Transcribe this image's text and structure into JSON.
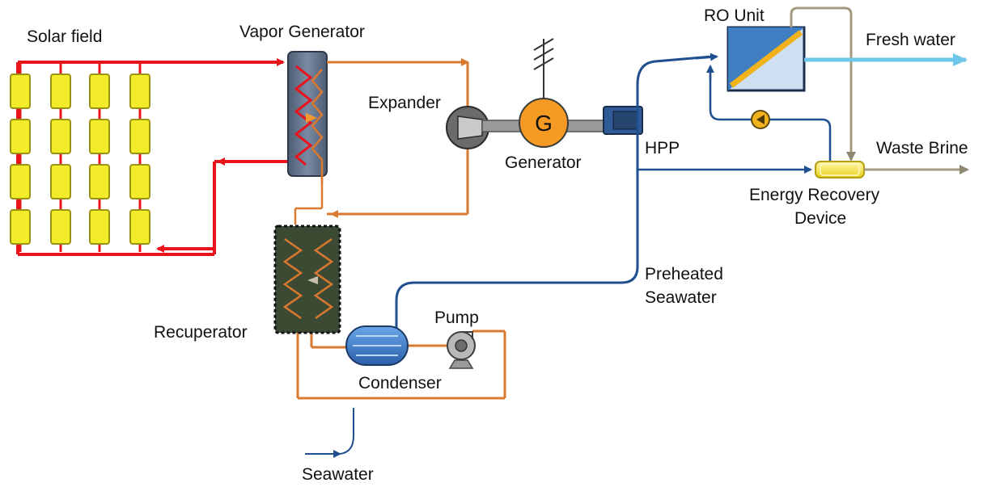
{
  "labels": {
    "solar_field": "Solar field",
    "vapor_generator": "Vapor Generator",
    "expander": "Expander",
    "generator": "Generator",
    "generator_symbol": "G",
    "ro_unit": "RO Unit",
    "fresh_water": "Fresh water",
    "hpp": "HPP",
    "waste_brine": "Waste Brine",
    "energy_recovery_line1": "Energy Recovery",
    "energy_recovery_line2": "Device",
    "preheated_line1": "Preheated",
    "preheated_line2": "Seawater",
    "recuperator": "Recuperator",
    "pump": "Pump",
    "condenser": "Condenser",
    "seawater": "Seawater"
  },
  "colors": {
    "hot_loop": "#e8141c",
    "orc_loop": "#d9782f",
    "seawater": "#1f4f8f",
    "fresh_water": "#6ec6ea",
    "brine": "#a49a7e",
    "solar_panel": "#f3ec2a",
    "generator": "#f59a23",
    "heat_exchanger": "#5f6f86",
    "ro_unit": "#3f7fc1",
    "ro_membrane": "#f2b21b",
    "condenser": "#3e7fd0",
    "recuperator": "#3d4a33"
  }
}
